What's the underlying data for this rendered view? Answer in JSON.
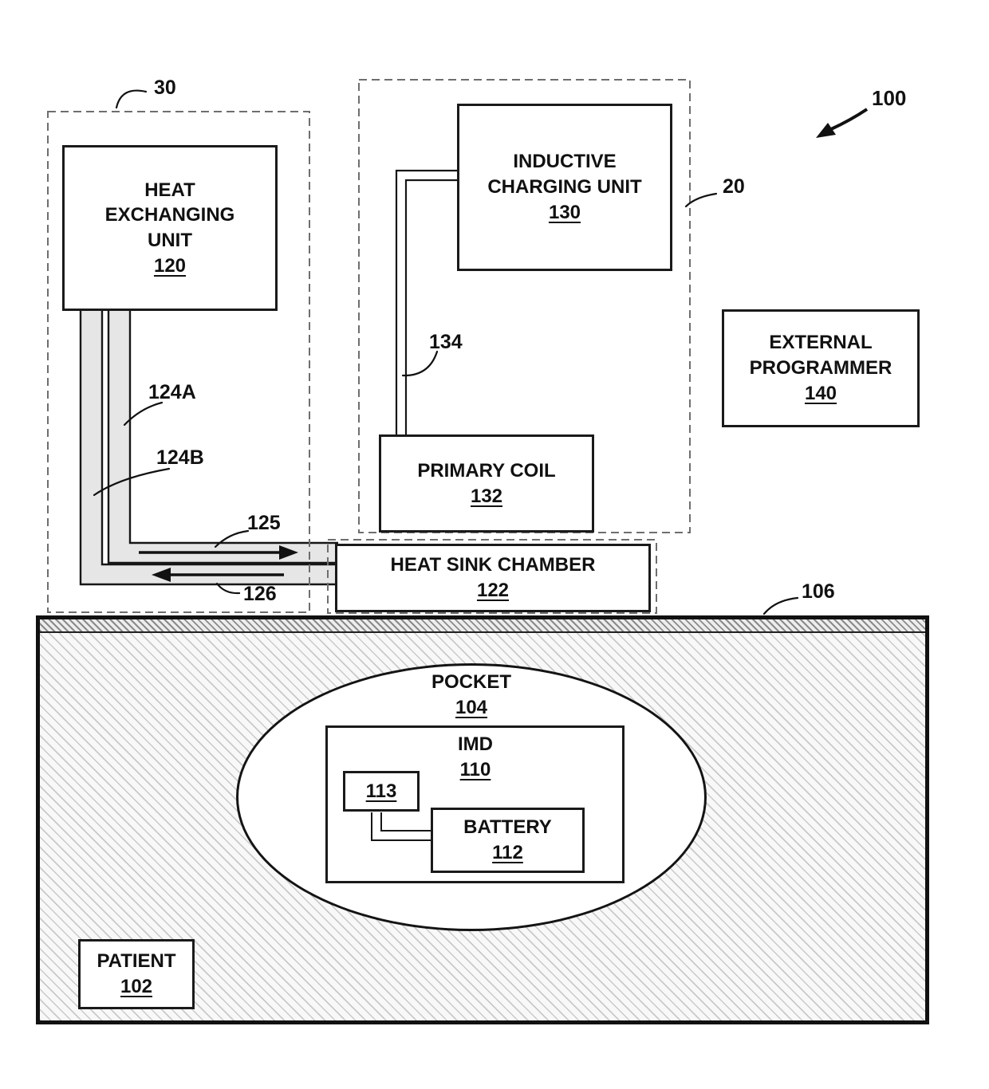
{
  "figure_refs": {
    "r100": "100",
    "r30": "30",
    "r20": "20",
    "r134": "134",
    "r124a": "124A",
    "r124b": "124B",
    "r125": "125",
    "r126": "126",
    "r106": "106"
  },
  "nodes": {
    "heat_exchanging_unit": {
      "label": "HEAT EXCHANGING UNIT",
      "ref": "120"
    },
    "inductive_charging_unit": {
      "label": "INDUCTIVE CHARGING UNIT",
      "ref": "130"
    },
    "primary_coil": {
      "label": "PRIMARY COIL",
      "ref": "132"
    },
    "external_programmer": {
      "label": "EXTERNAL PROGRAMMER",
      "ref": "140"
    },
    "heat_sink_chamber": {
      "label": "HEAT SINK CHAMBER",
      "ref": "122"
    },
    "pocket": {
      "label": "POCKET",
      "ref": "104"
    },
    "imd": {
      "label": "IMD",
      "ref": "110"
    },
    "component": {
      "ref": "113"
    },
    "battery": {
      "label": "BATTERY",
      "ref": "112"
    },
    "patient": {
      "label": "PATIENT",
      "ref": "102"
    }
  }
}
